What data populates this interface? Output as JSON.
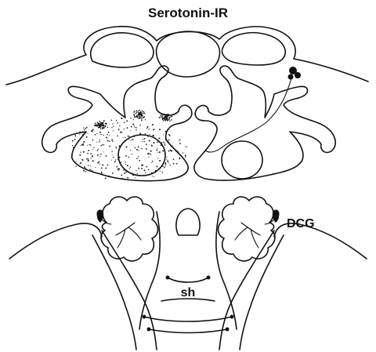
{
  "figure": {
    "title": "Serotonin-IR",
    "labels": {
      "dcg": "DCG",
      "sh": "sh"
    },
    "ink_color": "#111111",
    "background_color": "#ffffff"
  }
}
